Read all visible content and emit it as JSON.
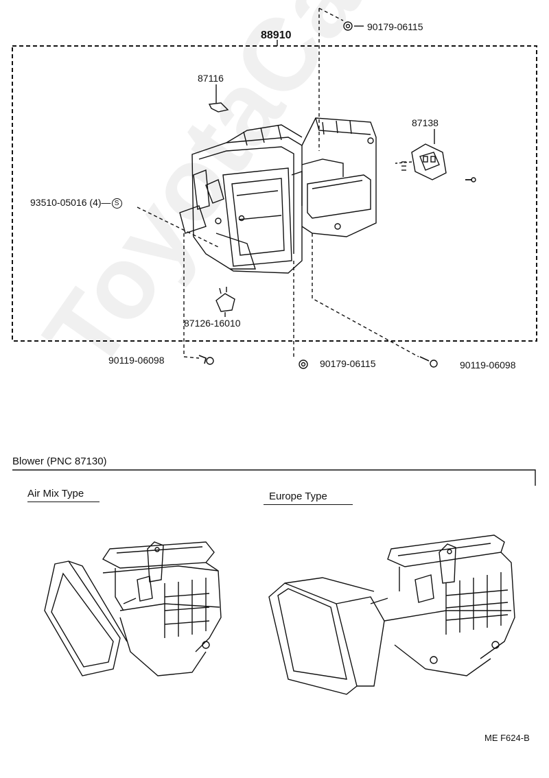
{
  "assembly": {
    "number": "88910",
    "parts": [
      {
        "id": "p87116",
        "number": "87116"
      },
      {
        "id": "p87138",
        "number": "87138"
      },
      {
        "id": "p93510",
        "number": "93510-05016 (4)",
        "mark": "S"
      },
      {
        "id": "p87126",
        "number": "87126-16010"
      },
      {
        "id": "p90179a",
        "number": "90179-06115"
      },
      {
        "id": "p90119a",
        "number": "90119-06098"
      },
      {
        "id": "p90179b",
        "number": "90179-06115"
      },
      {
        "id": "p90119b",
        "number": "90119-06098"
      }
    ]
  },
  "blower": {
    "title": "Blower (PNC 87130)",
    "types": [
      {
        "label": "Air Mix Type"
      },
      {
        "label": "Europe Type"
      }
    ]
  },
  "figure_code": "ME F624-B",
  "watermark": "ToyotaCarMine.ru"
}
